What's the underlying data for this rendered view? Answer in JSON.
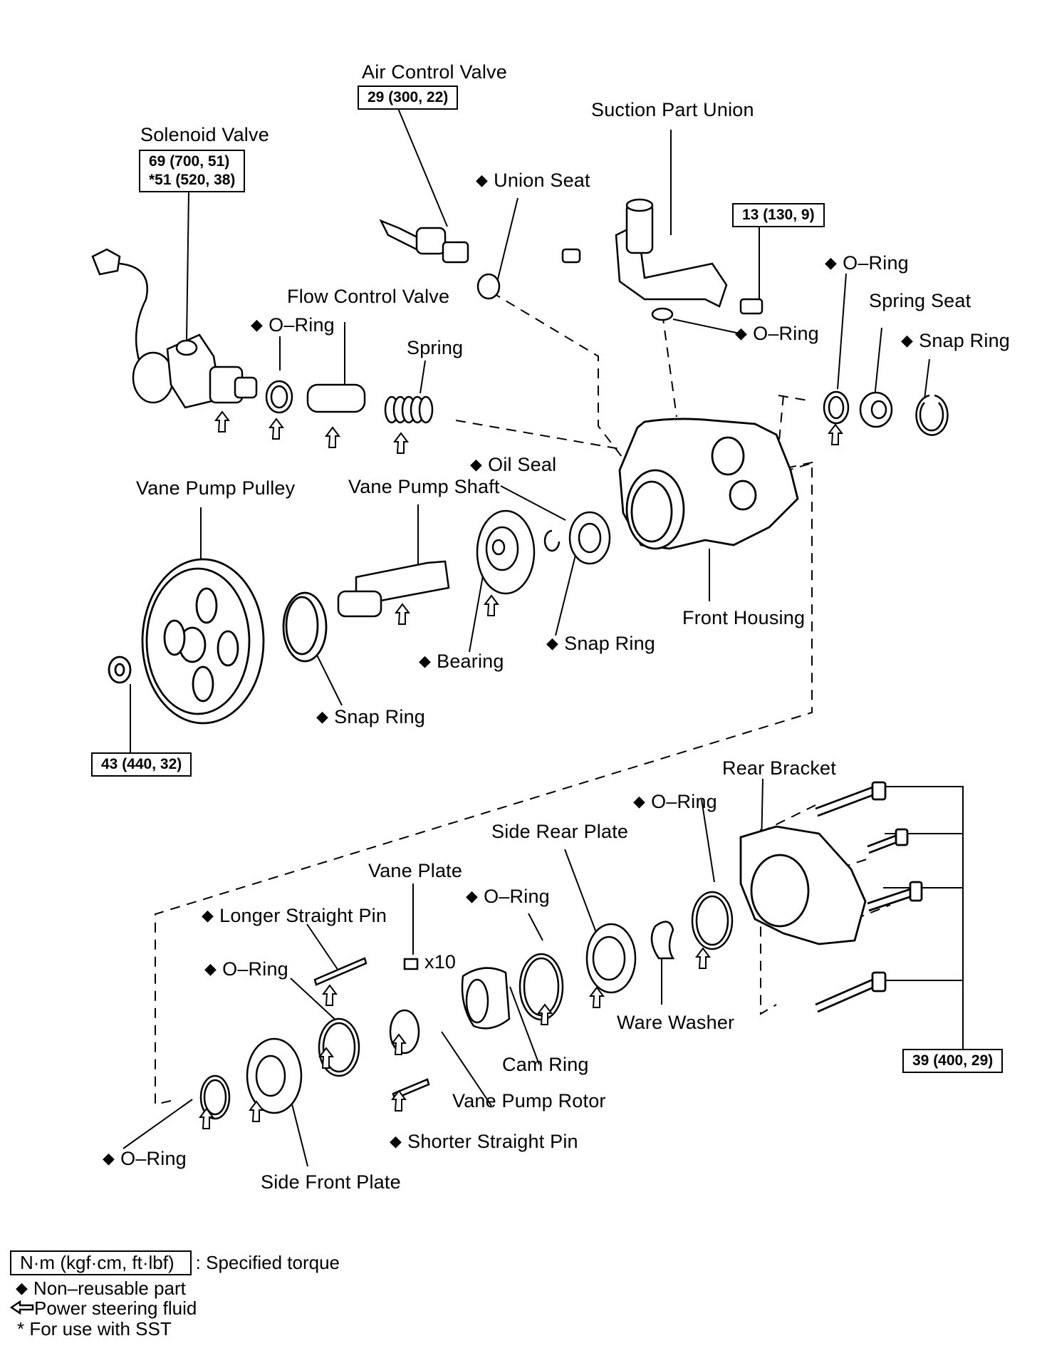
{
  "title": "Power Steering Vane Pump - Exploded Components",
  "non_reusable_marker": "◆",
  "parts": {
    "air_control_valve": "Air Control Valve",
    "suction_part_union": "Suction Part Union",
    "solenoid_valve": "Solenoid Valve",
    "union_seat": "Union Seat",
    "o_ring": "O–Ring",
    "flow_control_valve": "Flow Control Valve",
    "spring": "Spring",
    "spring_seat": "Spring Seat",
    "snap_ring": "Snap Ring",
    "oil_seal": "Oil Seal",
    "vane_pump_pulley": "Vane Pump Pulley",
    "vane_pump_shaft": "Vane Pump Shaft",
    "front_housing": "Front Housing",
    "bearing": "Bearing",
    "rear_bracket": "Rear Bracket",
    "side_rear_plate": "Side Rear Plate",
    "vane_plate": "Vane Plate",
    "vane_plate_qty": "x10",
    "longer_straight_pin": "Longer Straight Pin",
    "ware_washer": "Ware Washer",
    "cam_ring": "Cam Ring",
    "vane_pump_rotor": "Vane Pump Rotor",
    "shorter_straight_pin": "Shorter Straight Pin",
    "side_front_plate": "Side Front Plate"
  },
  "torques": {
    "air_control_valve": "29 (300, 22)",
    "solenoid_valve_line1": "69 (700, 51)",
    "solenoid_valve_line2": "*51 (520, 38)",
    "suction_union_bolt": "13 (130, 9)",
    "pulley_nut": "43 (440, 32)",
    "rear_bracket_bolts": "39 (400, 29)"
  },
  "legend": {
    "torque_unit": "N·m (kgf·cm, ft·lbf)",
    "torque_desc": ": Specified torque",
    "non_reusable": "Non–reusable part",
    "fluid": "Power steering fluid",
    "sst": "* For use with SST"
  }
}
